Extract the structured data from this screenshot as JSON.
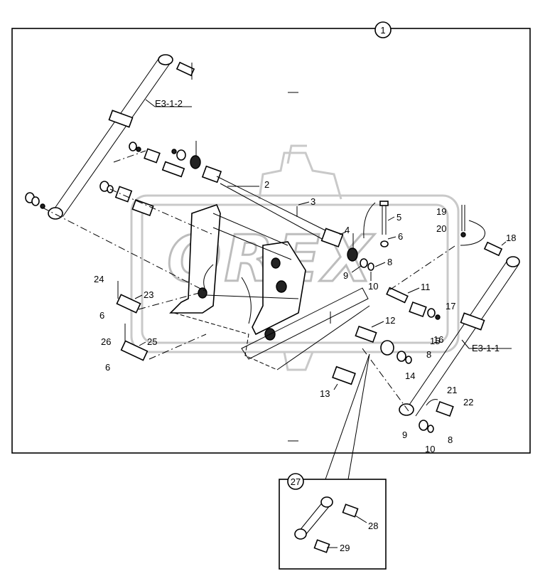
{
  "callouts": {
    "main": "1",
    "detail": "27"
  },
  "refs": {
    "upper": "E3-1-2",
    "lower": "E3-1-1"
  },
  "labels": {
    "p2": "2",
    "p3": "3",
    "p4": "4",
    "p5": "5",
    "p6a": "6",
    "p8a": "8",
    "p9a": "9",
    "p10a": "10",
    "p11": "11",
    "p12": "12",
    "p13": "13",
    "p14": "14",
    "p15": "15",
    "p8b": "8",
    "p16": "16",
    "p17": "17",
    "p18": "18",
    "p19": "19",
    "p20": "20",
    "p21": "21",
    "p22": "22",
    "p9b": "9",
    "p10b": "10",
    "p8c": "8",
    "p23": "23",
    "p24": "24",
    "p6b": "6",
    "p25": "25",
    "p26": "26",
    "p6c": "6",
    "p28": "28",
    "p29": "29"
  },
  "watermark": "OREX",
  "colors": {
    "line": "#000000",
    "watermark": "#c9c9c9"
  }
}
